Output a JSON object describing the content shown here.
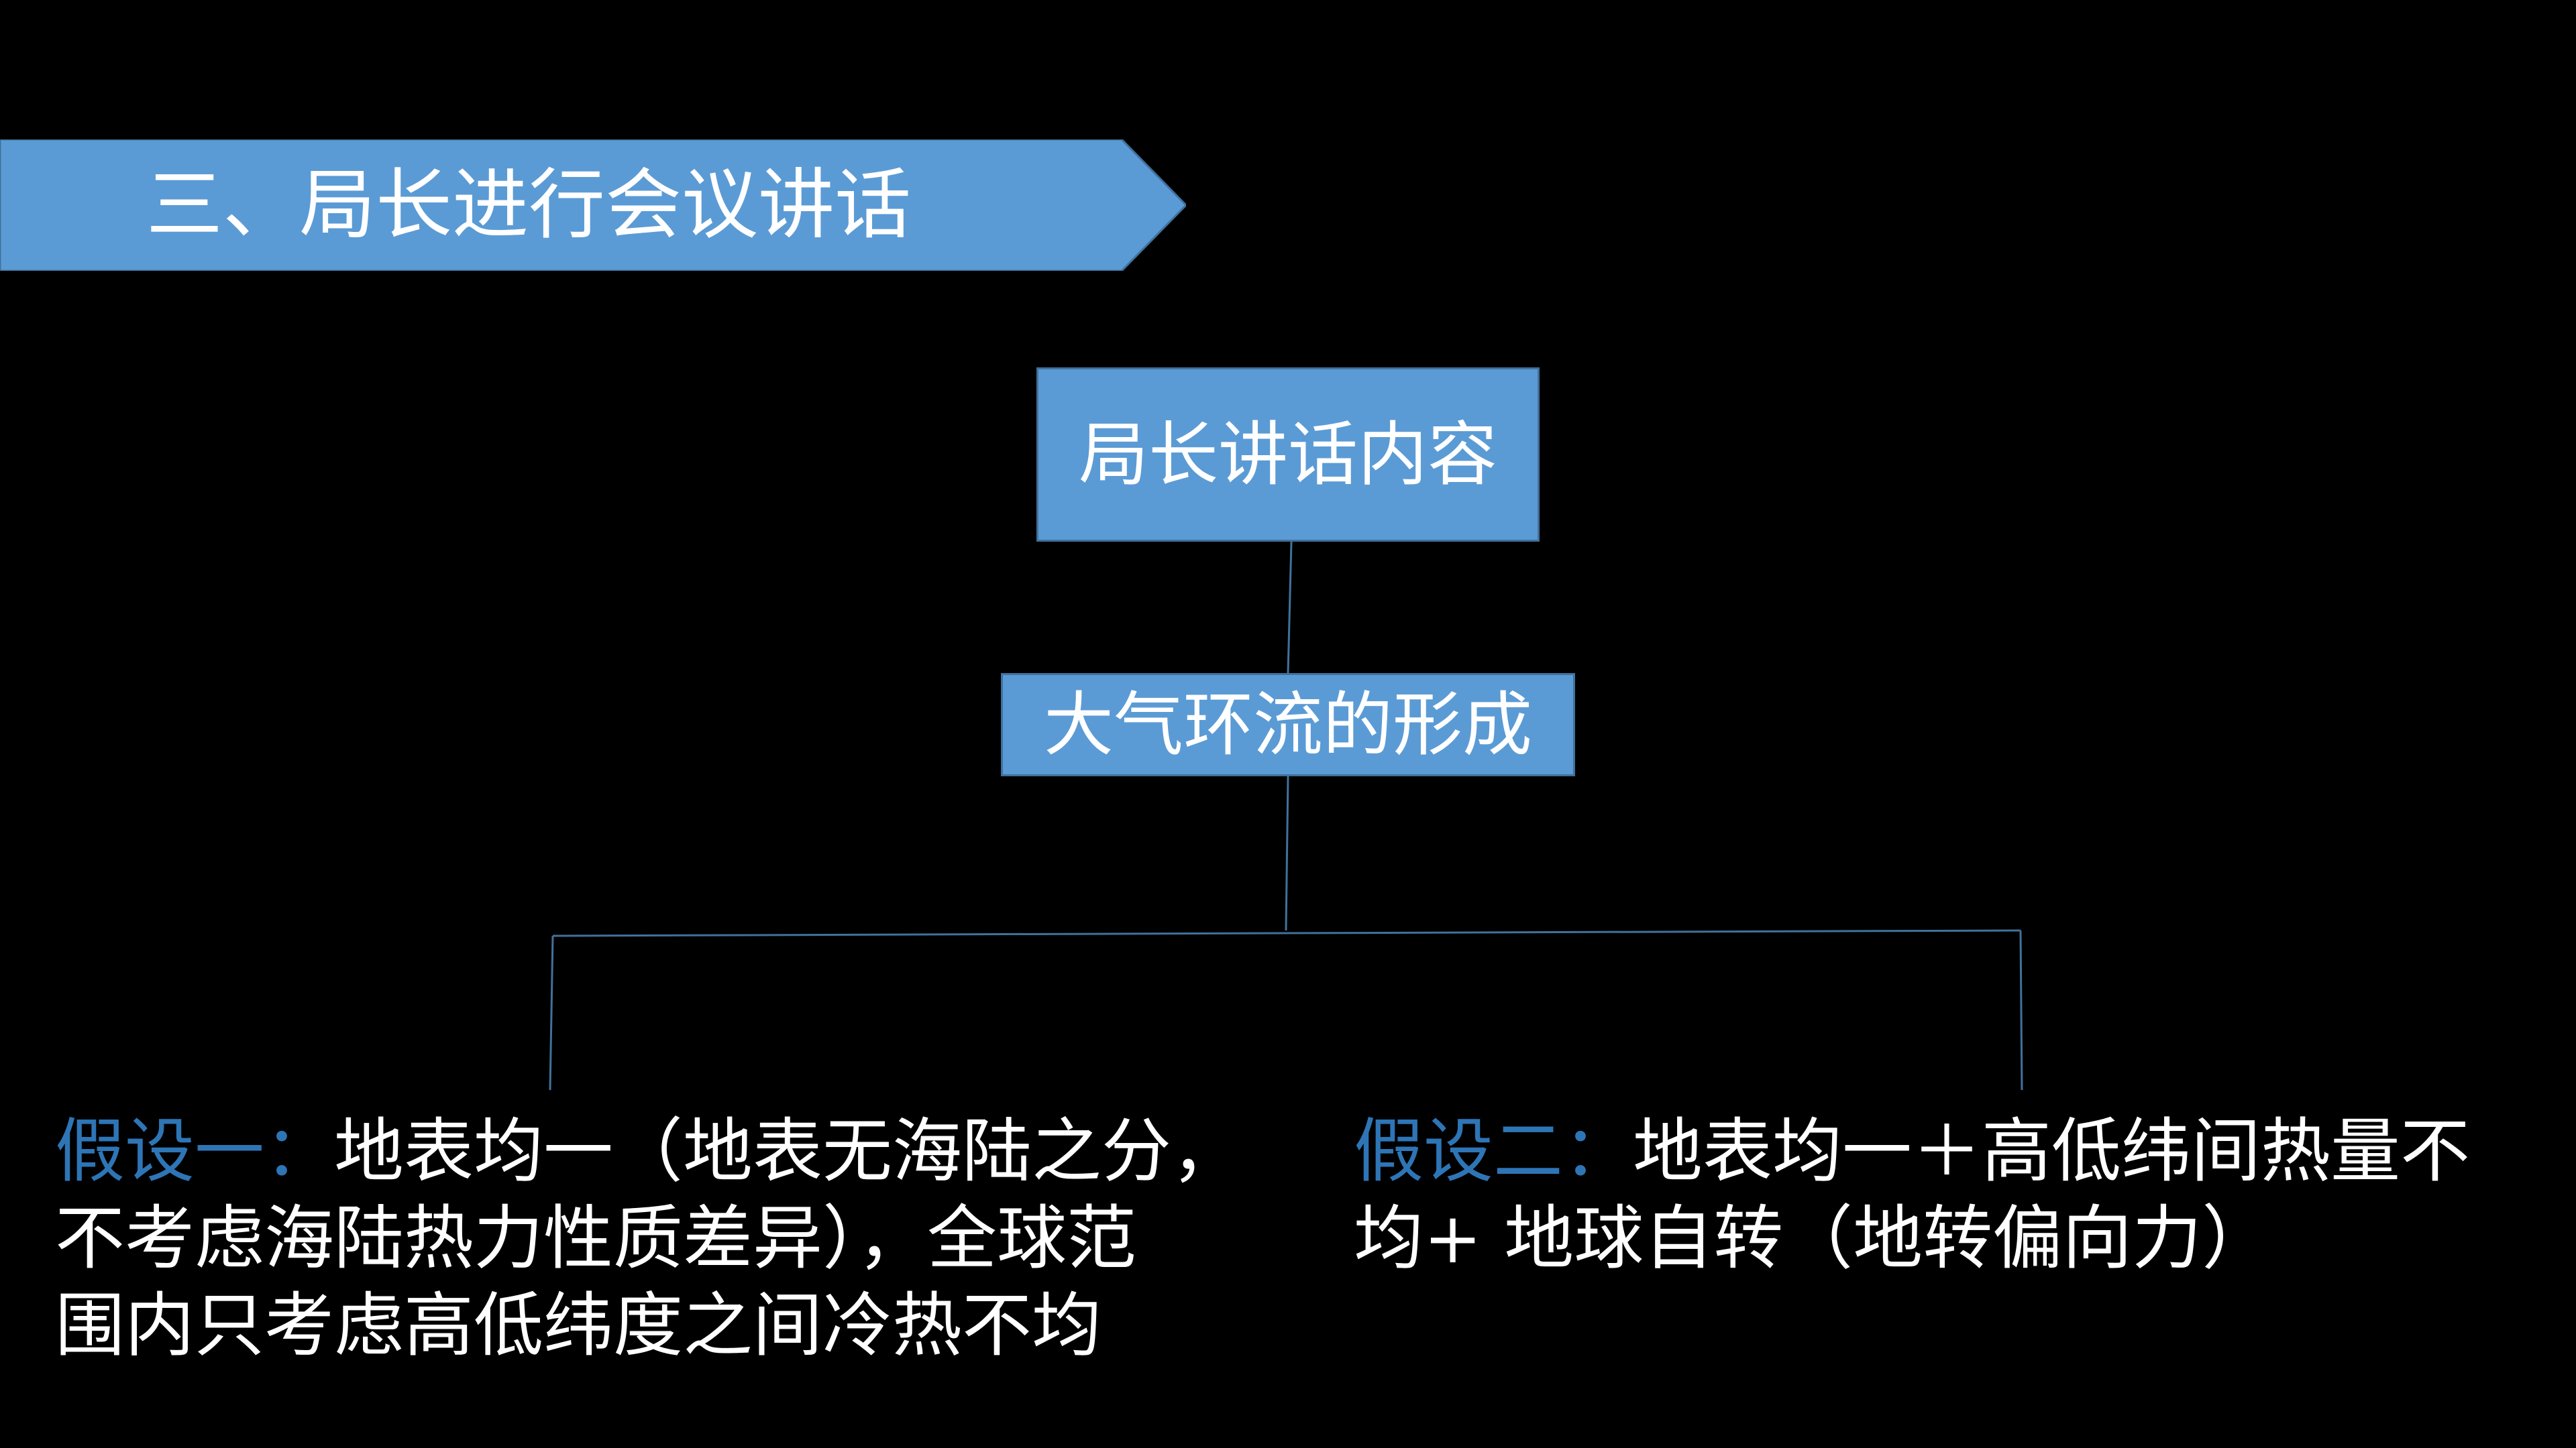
{
  "slide": {
    "background": "#000000",
    "accent": "#5b9bd5",
    "label_color": "#2e75b6"
  },
  "banner": {
    "title": "三、局长进行会议讲话"
  },
  "diagram": {
    "root": "局长讲话内容",
    "child": "大气环流的形成",
    "hypothesis_1": {
      "label": "假设一：",
      "lines": [
        "地表均一（地表无海陆之分，",
        "不考虑海陆热力性质差异），全球范",
        "围内只考虑高低纬度之间冷热不均"
      ]
    },
    "hypothesis_2": {
      "label": "假设二：",
      "lines": [
        "地表均一＋高低纬间热量不",
        "均+ 地球自转（地转偏向力）"
      ]
    }
  }
}
